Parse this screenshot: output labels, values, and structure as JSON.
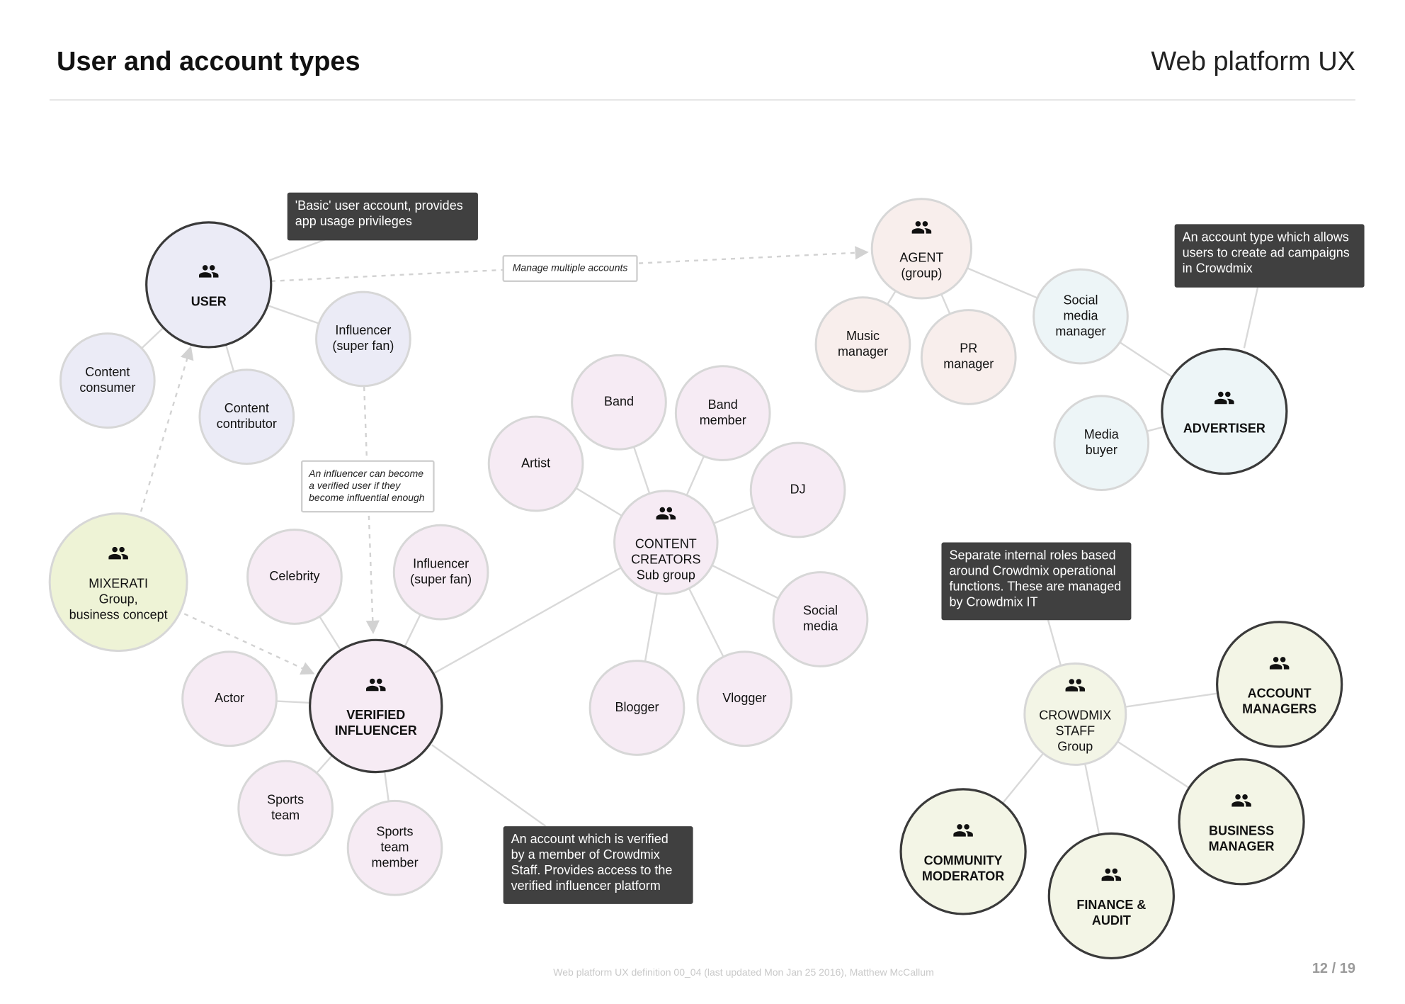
{
  "header": {
    "title": "User and account types",
    "subtitle": "Web platform UX"
  },
  "footer": {
    "meta": "Web platform UX definition 00_04 (last updated Mon Jan 25 2016), Matthew McCallum",
    "page_current": "12",
    "page_separator": "/",
    "page_total": "19"
  },
  "colors": {
    "user": "#ebebf6",
    "creator": "#f6ebf4",
    "agent": "#f8eeec",
    "advertiser": "#edf5f7",
    "staff": "#f3f5e6",
    "mixerati": "#eef3d6",
    "note_dark": "#404040",
    "edge": "#d9d9d9"
  },
  "nodes": [
    {
      "id": "user",
      "lines": [
        "USER"
      ],
      "bold": true,
      "major": true,
      "icon": "group-icon",
      "color": "user"
    },
    {
      "id": "content-consumer",
      "lines": [
        "Content",
        "consumer"
      ],
      "color": "user"
    },
    {
      "id": "content-contributor",
      "lines": [
        "Content",
        "contributor"
      ],
      "color": "user"
    },
    {
      "id": "influencer-user",
      "lines": [
        "Influencer",
        "(super fan)"
      ],
      "color": "user"
    },
    {
      "id": "mixerati",
      "lines": [
        "MIXERATI",
        "Group,",
        "business concept"
      ],
      "icon": "group-icon",
      "color": "mixerati"
    },
    {
      "id": "verified-influencer",
      "lines": [
        "VERIFIED",
        "INFLUENCER"
      ],
      "bold": true,
      "major": true,
      "icon": "group-icon",
      "color": "creator"
    },
    {
      "id": "celebrity",
      "lines": [
        "Celebrity"
      ],
      "color": "creator"
    },
    {
      "id": "influencer-verified",
      "lines": [
        "Influencer",
        "(super fan)"
      ],
      "color": "creator"
    },
    {
      "id": "actor",
      "lines": [
        "Actor"
      ],
      "color": "creator"
    },
    {
      "id": "sports-team",
      "lines": [
        "Sports",
        "team"
      ],
      "color": "creator"
    },
    {
      "id": "sports-team-member",
      "lines": [
        "Sports",
        "team",
        "member"
      ],
      "color": "creator"
    },
    {
      "id": "content-creators",
      "lines": [
        "CONTENT",
        "CREATORS",
        "Sub group"
      ],
      "icon": "group-icon",
      "color": "creator"
    },
    {
      "id": "artist",
      "lines": [
        "Artist"
      ],
      "color": "creator"
    },
    {
      "id": "band",
      "lines": [
        "Band"
      ],
      "color": "creator"
    },
    {
      "id": "band-member",
      "lines": [
        "Band",
        "member"
      ],
      "color": "creator"
    },
    {
      "id": "dj",
      "lines": [
        "DJ"
      ],
      "color": "creator"
    },
    {
      "id": "social-media",
      "lines": [
        "Social",
        "media"
      ],
      "color": "creator"
    },
    {
      "id": "vlogger",
      "lines": [
        "Vlogger"
      ],
      "color": "creator"
    },
    {
      "id": "blogger",
      "lines": [
        "Blogger"
      ],
      "color": "creator"
    },
    {
      "id": "agent",
      "lines": [
        "AGENT",
        "(group)"
      ],
      "icon": "group-icon",
      "color": "agent"
    },
    {
      "id": "music-manager",
      "lines": [
        "Music",
        "manager"
      ],
      "color": "agent"
    },
    {
      "id": "pr-manager",
      "lines": [
        "PR",
        "manager"
      ],
      "color": "agent"
    },
    {
      "id": "social-media-manager",
      "lines": [
        "Social",
        "media",
        "manager"
      ],
      "color": "advertiser"
    },
    {
      "id": "advertiser",
      "lines": [
        "ADVERTISER"
      ],
      "bold": true,
      "major": true,
      "icon": "group-icon",
      "color": "advertiser"
    },
    {
      "id": "media-buyer",
      "lines": [
        "Media",
        "buyer"
      ],
      "color": "advertiser"
    },
    {
      "id": "crowdmix-staff",
      "lines": [
        "CROWDMIX",
        "STAFF",
        "Group"
      ],
      "icon": "group-icon",
      "color": "staff"
    },
    {
      "id": "account-managers",
      "lines": [
        "ACCOUNT",
        "MANAGERS"
      ],
      "bold": true,
      "major": true,
      "icon": "group-icon",
      "color": "staff"
    },
    {
      "id": "business-manager",
      "lines": [
        "BUSINESS",
        "MANAGER"
      ],
      "bold": true,
      "major": true,
      "icon": "group-icon",
      "color": "staff"
    },
    {
      "id": "finance-audit",
      "lines": [
        "FINANCE &",
        "AUDIT"
      ],
      "bold": true,
      "major": true,
      "icon": "group-icon",
      "color": "staff"
    },
    {
      "id": "community-moderator",
      "lines": [
        "COMMUNITY",
        "MODERATOR"
      ],
      "bold": true,
      "major": true,
      "icon": "group-icon",
      "color": "staff"
    }
  ],
  "edges": [
    [
      "user",
      "content-consumer"
    ],
    [
      "user",
      "content-contributor"
    ],
    [
      "user",
      "influencer-user"
    ],
    [
      "verified-influencer",
      "celebrity"
    ],
    [
      "verified-influencer",
      "influencer-verified"
    ],
    [
      "verified-influencer",
      "actor"
    ],
    [
      "verified-influencer",
      "sports-team"
    ],
    [
      "verified-influencer",
      "sports-team-member"
    ],
    [
      "verified-influencer",
      "content-creators"
    ],
    [
      "content-creators",
      "artist"
    ],
    [
      "content-creators",
      "band"
    ],
    [
      "content-creators",
      "band-member"
    ],
    [
      "content-creators",
      "dj"
    ],
    [
      "content-creators",
      "social-media"
    ],
    [
      "content-creators",
      "vlogger"
    ],
    [
      "content-creators",
      "blogger"
    ],
    [
      "agent",
      "music-manager"
    ],
    [
      "agent",
      "pr-manager"
    ],
    [
      "agent",
      "social-media-manager"
    ],
    [
      "advertiser",
      "social-media-manager"
    ],
    [
      "advertiser",
      "media-buyer"
    ],
    [
      "crowdmix-staff",
      "account-managers"
    ],
    [
      "crowdmix-staff",
      "business-manager"
    ],
    [
      "crowdmix-staff",
      "finance-audit"
    ],
    [
      "crowdmix-staff",
      "community-moderator"
    ]
  ],
  "dashed_links": [
    {
      "id": "user-to-agent",
      "label": "Manage multiple accounts"
    },
    {
      "id": "influencer-to-verified",
      "label": "An influencer can become a verified user if they become influential enough",
      "label_lines": [
        "An influencer can become",
        "a verified user if they",
        "become influential enough"
      ]
    },
    {
      "id": "mixerati-to-user"
    },
    {
      "id": "mixerati-to-verified"
    }
  ],
  "notes": [
    {
      "id": "note-user",
      "lines": [
        "'Basic' user account, provides",
        "app usage privileges"
      ]
    },
    {
      "id": "note-advertiser",
      "lines": [
        "An account type which allows",
        "users to create ad campaigns",
        "in Crowdmix"
      ]
    },
    {
      "id": "note-staff",
      "lines": [
        "Separate internal roles based",
        "around Crowdmix operational",
        "functions. These are managed",
        "by Crowdmix IT"
      ]
    },
    {
      "id": "note-verified",
      "lines": [
        "An account which is verified",
        "by a member of Crowdmix",
        "Staff. Provides access to the",
        "verified influencer platform"
      ]
    }
  ]
}
